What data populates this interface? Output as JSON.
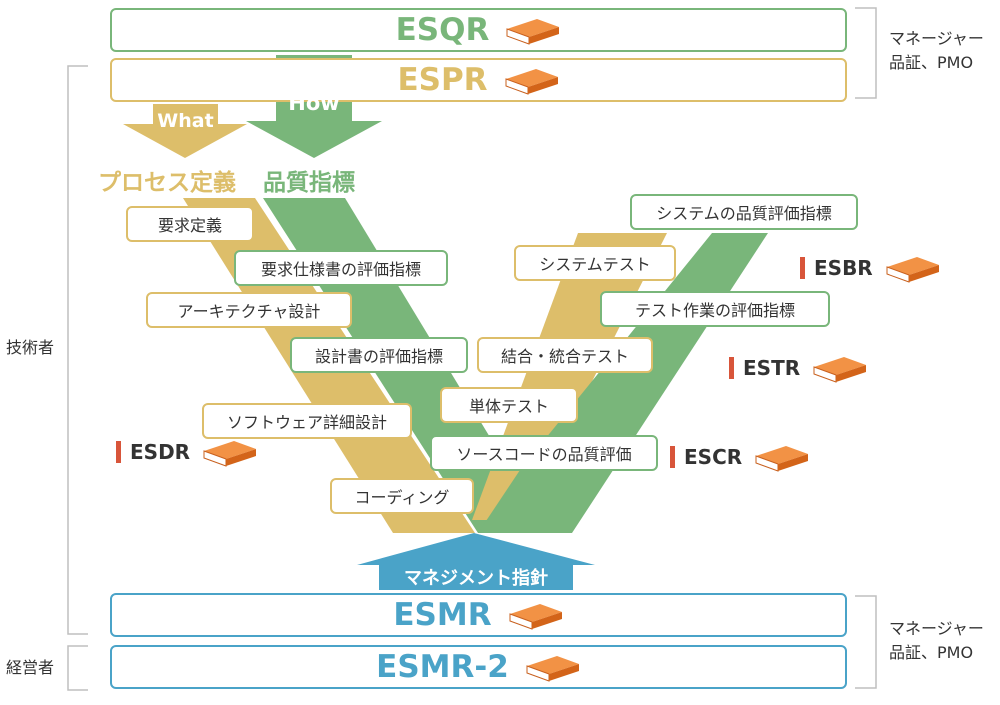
{
  "top_bars": [
    {
      "title": "ESQR"
    },
    {
      "title": "ESPR"
    }
  ],
  "bottom_bars": [
    {
      "title": "ESMR"
    },
    {
      "title": "ESMR-2"
    }
  ],
  "arrows": {
    "what": "What",
    "how": "How",
    "management": "マネジメント指針"
  },
  "headings": {
    "process": "プロセス定義",
    "quality": "品質指標"
  },
  "process_boxes": [
    "要求定義",
    "アーキテクチャ設計",
    "ソフトウェア詳細設計",
    "コーディング",
    "単体テスト",
    "結合・統合テスト",
    "システムテスト"
  ],
  "metric_boxes": [
    "要求仕様書の評価指標",
    "設計書の評価指標",
    "ソースコードの品質評価",
    "テスト作業の評価指標",
    "システムの品質評価指標"
  ],
  "docs": [
    {
      "code": "ESDR"
    },
    {
      "code": "ESCR"
    },
    {
      "code": "ESTR"
    },
    {
      "code": "ESBR"
    }
  ],
  "side_labels": {
    "engineers": "技術者",
    "executives": "経営者",
    "managers_top": [
      "マネージャー",
      "品証、PMO"
    ],
    "managers_bottom": [
      "マネージャー",
      "品証、PMO"
    ]
  },
  "colors": {
    "green": "#79b67a",
    "gold": "#ddbe6a",
    "blue": "#4aa3c8",
    "book": "#ea7a2c",
    "marker": "#d8553a"
  }
}
